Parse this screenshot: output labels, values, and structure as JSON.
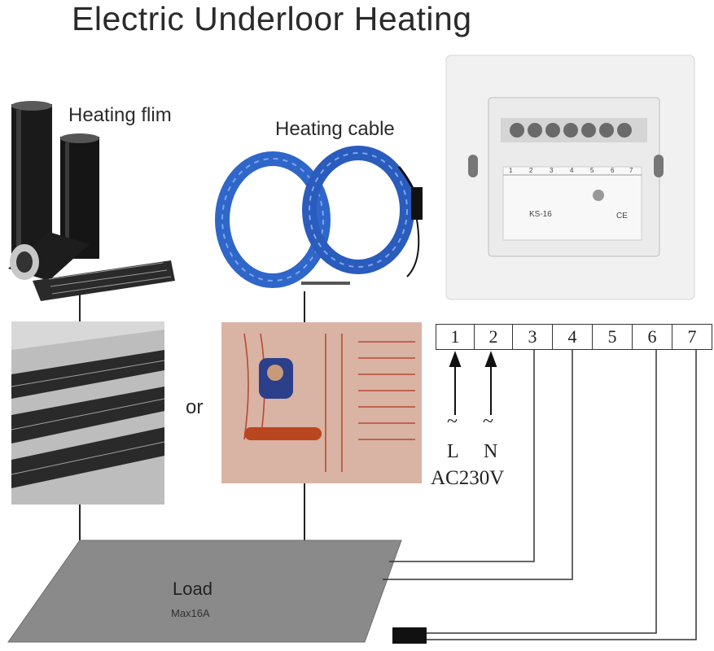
{
  "title": "Electric Underloor Heating",
  "labels": {
    "heating_film": "Heating flim",
    "heating_cable": "Heating cable",
    "or": "or",
    "load": "Load",
    "max": "Max16A"
  },
  "terminals": [
    "1",
    "2",
    "3",
    "4",
    "5",
    "6",
    "7"
  ],
  "supply": {
    "tilde1": "~",
    "tilde2": "~",
    "l": "L",
    "n": "N",
    "voltage": "AC230V"
  },
  "thermostat": {
    "top_terminals": [
      "1",
      "2",
      "3",
      "4",
      "5",
      "6",
      "7"
    ],
    "model": "KS-16",
    "ce_mark": "CE"
  },
  "colors": {
    "cable_blue": "#2f66c9",
    "film_black": "#1b1b1b",
    "load_gray": "#8a8a8a",
    "floor_pink": "#d9b3a4"
  }
}
